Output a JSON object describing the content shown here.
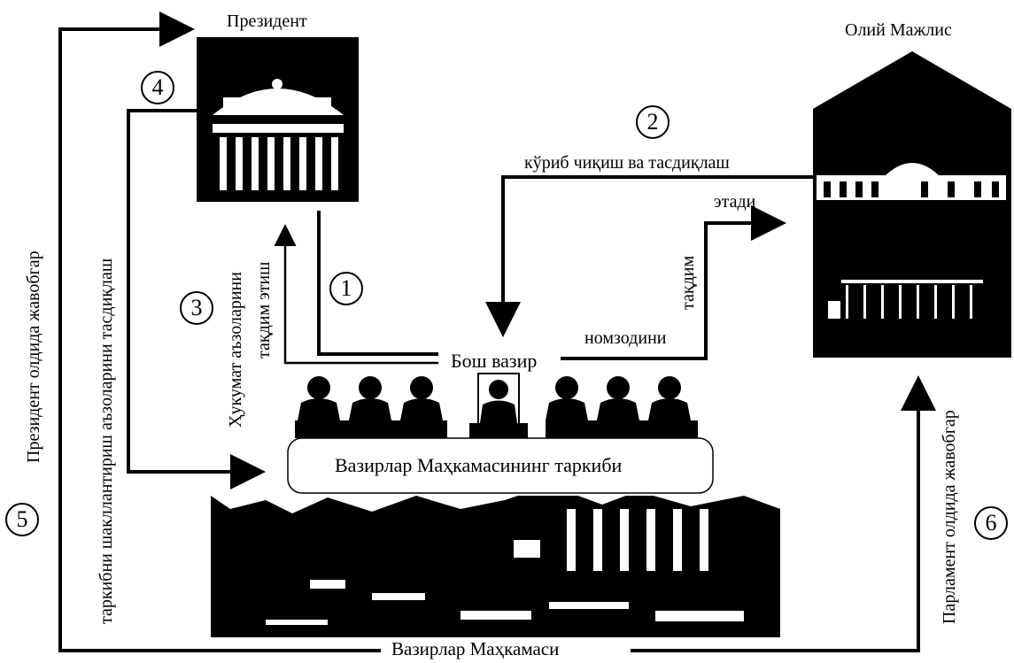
{
  "labels": {
    "president": "Президент",
    "oliy_majlis": "Олий Мажлис",
    "review_approve": "кўриб чиқиш ва тасдиқлаш",
    "etadi": "этади",
    "taklim": "тақдим",
    "nomzodini": "номзодини",
    "bosh_vazir": "Бош вазир",
    "hukumat_members": "Ҳукумат аъзоларини",
    "taklim_etish": "тақдим этиш",
    "composition_approve": "таркибни шакллантириш аъзоларини тасдиқлаш",
    "president_accountable": "Президент олдида жавобгар",
    "parliament_accountable": "Парламент олдида жавобгар",
    "cabinet_composition": "Вазирлар Маҳкамасининг таркиби",
    "cabinet": "Вазирлар Маҳкамаси"
  },
  "steps": [
    "1",
    "2",
    "3",
    "4",
    "5",
    "6"
  ],
  "colors": {
    "ink": "#000000",
    "paper": "#ffffff"
  }
}
